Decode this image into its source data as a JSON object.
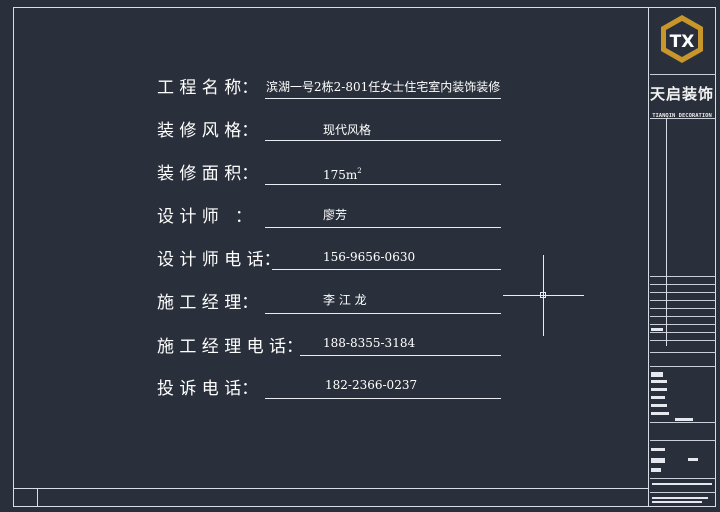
{
  "drawing": {
    "fields": [
      {
        "label": "工 程 名 称：",
        "value": "滨湖一号2栋2-801任女士住宅室内装饰装修"
      },
      {
        "label": "装 修 风 格：",
        "value": "现代风格"
      },
      {
        "label": "装 修 面 积：",
        "value": "175m",
        "value_sup": "2"
      },
      {
        "label": "设 计 师   ：",
        "value": "廖芳"
      },
      {
        "label": "设 计 师 电 话：",
        "value": "156-9656-0630"
      },
      {
        "label": "施 工 经 理：",
        "value": "李 江 龙"
      },
      {
        "label": "施 工 经 理 电 话：",
        "value": "188-8355-3184"
      },
      {
        "label": "投 诉 电 话：",
        "value": "182-2366-0237"
      }
    ]
  },
  "title_block": {
    "brand_name": "天启装饰",
    "brand_subtitle": "TIANQIN DECORATION",
    "logo_icon": "hexagon-tq-logo-icon",
    "logo_color": "#c8962a"
  },
  "colors": {
    "background": "#2a303b",
    "lines": "#e9edf3",
    "text": "#ffffff"
  }
}
